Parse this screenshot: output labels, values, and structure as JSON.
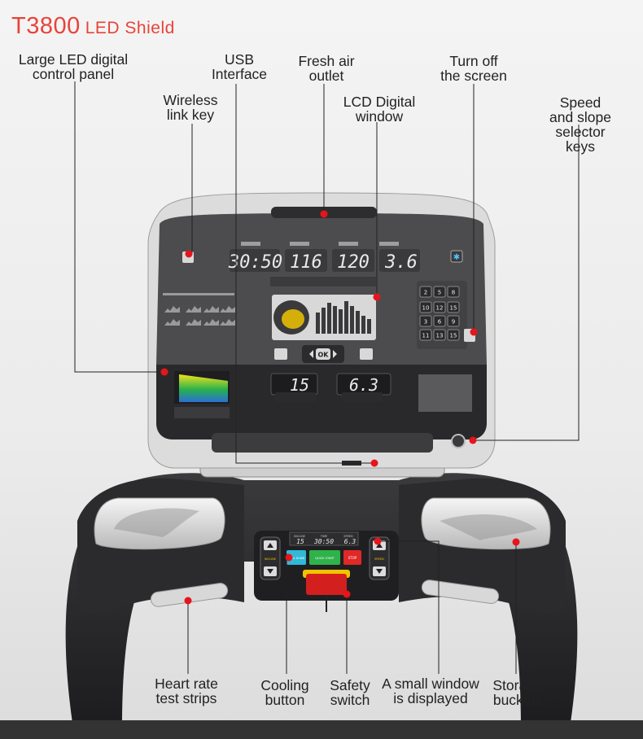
{
  "header": {
    "model": "T3800",
    "subtitle": "LED Shield"
  },
  "labels": {
    "led_panel": "Large LED digital\ncontrol panel",
    "usb": "USB\nInterface",
    "fresh_air": "Fresh air\noutlet",
    "turn_off": "Turn off\nthe screen",
    "wireless": "Wireless\nlink key",
    "lcd": "LCD Digital\nwindow",
    "speed_slope": "Speed and slope\nselector keys",
    "heart_rate": "Heart rate\ntest strips",
    "cooling": "Cooling\nbutton",
    "safety": "Safety\nswitch",
    "small_window": "A small window\nis displayed",
    "storage": "Storage\nbuckets"
  },
  "console": {
    "readouts": [
      "30:50",
      "116",
      "120",
      "3.6"
    ],
    "incline": "15",
    "speed": "6.3",
    "ok": "OK",
    "keypad": [
      "2",
      "5",
      "8",
      "10",
      "12",
      "15",
      "3",
      "6",
      "9",
      "11",
      "13",
      "15"
    ]
  },
  "handlebar": {
    "window_labels": [
      "INCLINE",
      "TIME",
      "SPEED"
    ],
    "window_values": [
      "15",
      "30:50",
      "6.3"
    ],
    "buttons": [
      "COOL DOWN",
      "QUICK START",
      "STOP"
    ],
    "side_labels": [
      "INCLINE",
      "SPEED"
    ]
  },
  "colors": {
    "marker": "#e8141b",
    "title": "#e8433a",
    "panel": "#4a4a4c"
  }
}
